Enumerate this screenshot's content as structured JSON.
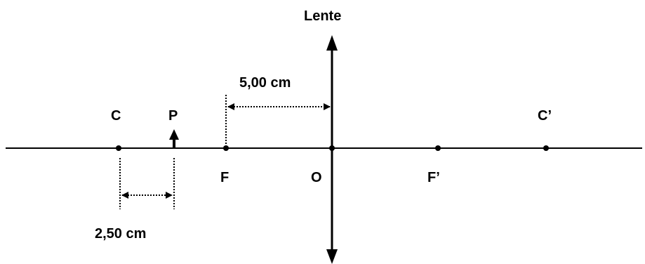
{
  "labels": {
    "lens": "Lente",
    "center_left": "C",
    "object": "P",
    "focus_left": "F",
    "optical_center": "O",
    "focus_right": "F’",
    "center_right": "C’"
  },
  "measurements": {
    "focal_distance": "5,00 cm",
    "object_offset": "2,50 cm"
  },
  "colors": {
    "ink": "#000000",
    "background": "#ffffff"
  }
}
